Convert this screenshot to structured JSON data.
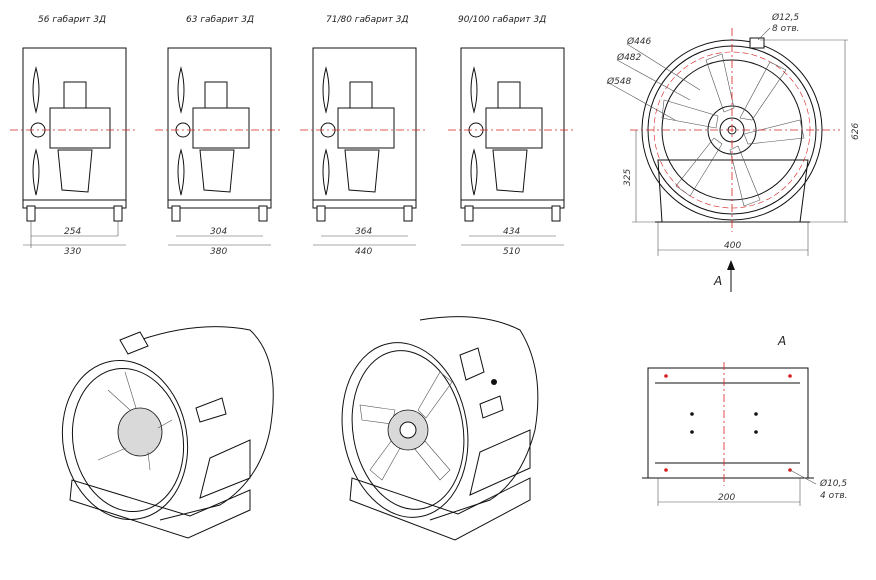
{
  "side_views": [
    {
      "title": "56 габарит 3Д",
      "dim_inner": "254",
      "dim_outer": "330"
    },
    {
      "title": "63 габарит 3Д",
      "dim_inner": "304",
      "dim_outer": "380"
    },
    {
      "title": "71/80 габарит 3Д",
      "dim_inner": "364",
      "dim_outer": "440"
    },
    {
      "title": "90/100 габарит 3Д",
      "dim_inner": "434",
      "dim_outer": "510"
    }
  ],
  "front_view": {
    "d1": "Ø446",
    "d2": "Ø482",
    "d3": "Ø548",
    "holes_diam": "Ø12,5",
    "holes_count": "8 отв.",
    "height": "626",
    "axis_height": "325",
    "width": "400",
    "view_arrow": "A"
  },
  "bottom_view": {
    "title": "A",
    "width": "200",
    "holes_diam": "Ø10,5",
    "holes_count": "4 отв."
  },
  "colors": {
    "line": "#111111",
    "axis": "#d62020",
    "dims": "#333333"
  }
}
